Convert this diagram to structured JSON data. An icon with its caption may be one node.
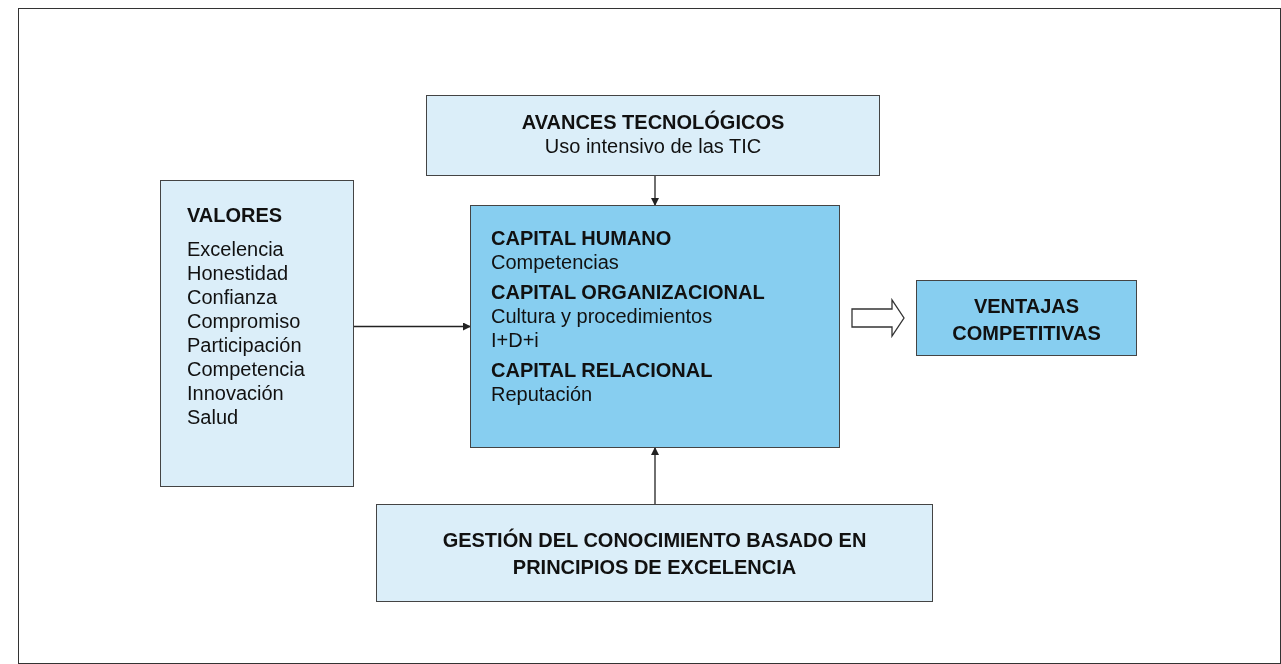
{
  "diagram": {
    "nodes": [
      {
        "text": [
          "AVANCES TECNOLÓGICOS",
          "Uso intensivo de las TIC"
        ]
      },
      {
        "text": [
          "VALORES",
          "Excelencia",
          "Honestidad",
          "Confianza",
          "Compromiso",
          "Participación",
          "Competencia",
          "Innovación",
          "Salud"
        ]
      },
      {
        "text": [
          "CAPITAL HUMANO",
          "Competencias",
          "CAPITAL ORGANIZACIONAL",
          "Cultura y procedimientos",
          "I+D+i",
          "CAPITAL RELACIONAL",
          "Reputación"
        ]
      },
      {
        "text": [
          "VENTAJAS COMPETITIVAS"
        ]
      },
      {
        "text": [
          "GESTIÓN DEL CONOCIMIENTO BASADO EN PRINCIPIOS DE EXCELENCIA"
        ]
      }
    ],
    "edges": [
      {
        "from": 0,
        "to": 2,
        "arrow": "to"
      },
      {
        "from": 1,
        "to": 2,
        "arrow": "to"
      },
      {
        "from": 2,
        "to": 3,
        "arrow": "to",
        "style": "thick"
      },
      {
        "from": 4,
        "to": 2,
        "arrow": "to"
      }
    ]
  }
}
